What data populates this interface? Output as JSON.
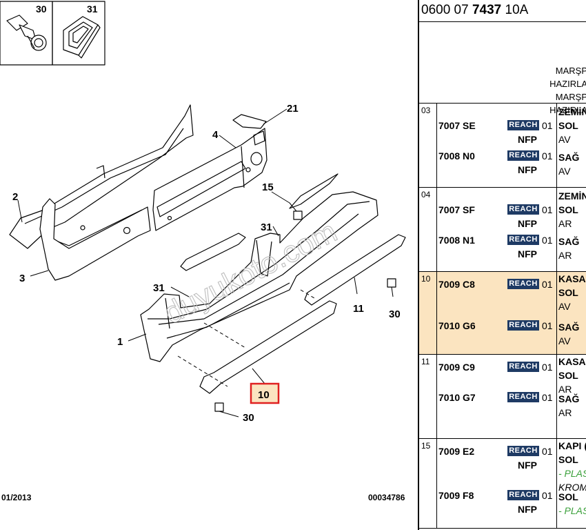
{
  "diagram": {
    "thumbnails": [
      {
        "label": "30"
      },
      {
        "label": "31"
      }
    ],
    "callouts": [
      {
        "id": "c21",
        "label": "21"
      },
      {
        "id": "c4",
        "label": "4"
      },
      {
        "id": "c2",
        "label": "2"
      },
      {
        "id": "c15",
        "label": "15"
      },
      {
        "id": "c31a",
        "label": "31"
      },
      {
        "id": "c3",
        "label": "3"
      },
      {
        "id": "c31b",
        "label": "31"
      },
      {
        "id": "c11",
        "label": "11"
      },
      {
        "id": "c30a",
        "label": "30"
      },
      {
        "id": "c1",
        "label": "1"
      },
      {
        "id": "c10",
        "label": "10"
      },
      {
        "id": "c30b",
        "label": "30"
      }
    ],
    "watermark": "duyukoto.com",
    "footer_date": "01/2013",
    "footer_ref": "00034786",
    "highlight_color": "#e02020"
  },
  "panel": {
    "ref_prefix": "0600 07 ",
    "ref_bold": "7437",
    "ref_suffix": " 10A",
    "header_lines": [
      "MARŞP",
      "HAZIRLA",
      "MARŞP",
      "HAZIRLA"
    ],
    "badge_label": "REACH",
    "nfp_label": "NFP",
    "groups": [
      {
        "no": "03",
        "rows": [
          {
            "part": "7007 SE",
            "qty": "01",
            "nfp": true,
            "desc": [
              {
                "t": "ZEMİN",
                "s": "b"
              },
              {
                "t": "SOL",
                "s": "b"
              },
              {
                "t": "AV",
                "s": "n"
              }
            ]
          },
          {
            "part": "7008 N0",
            "qty": "01",
            "nfp": true,
            "desc": [
              {
                "t": "SAĞ",
                "s": "b"
              },
              {
                "t": "AV",
                "s": "n"
              }
            ]
          }
        ]
      },
      {
        "no": "04",
        "rows": [
          {
            "part": "7007 SF",
            "qty": "01",
            "nfp": true,
            "desc": [
              {
                "t": "ZEMİN",
                "s": "b"
              },
              {
                "t": "SOL",
                "s": "b"
              },
              {
                "t": "AR",
                "s": "n"
              }
            ]
          },
          {
            "part": "7008 N1",
            "qty": "01",
            "nfp": true,
            "desc": [
              {
                "t": "SAĞ",
                "s": "b"
              },
              {
                "t": "AR",
                "s": "n"
              }
            ]
          }
        ]
      },
      {
        "no": "10",
        "highlight": true,
        "rows": [
          {
            "part": "7009 C8",
            "qty": "01",
            "nfp": false,
            "desc": [
              {
                "t": "KASA",
                "s": "b"
              },
              {
                "t": "SOL",
                "s": "b"
              },
              {
                "t": "AV",
                "s": "n"
              }
            ]
          },
          {
            "part": "7010 G6",
            "qty": "01",
            "nfp": false,
            "desc": [
              {
                "t": "SAĞ",
                "s": "b"
              },
              {
                "t": "AV",
                "s": "n"
              }
            ]
          }
        ]
      },
      {
        "no": "11",
        "rows": [
          {
            "part": "7009 C9",
            "qty": "01",
            "nfp": false,
            "desc": [
              {
                "t": "KASA",
                "s": "b"
              },
              {
                "t": "SOL",
                "s": "b"
              },
              {
                "t": "AR",
                "s": "n"
              }
            ]
          },
          {
            "part": "7010 G7",
            "qty": "01",
            "nfp": false,
            "desc": [
              {
                "t": "SAĞ",
                "s": "b"
              },
              {
                "t": "AR",
                "s": "n"
              }
            ]
          }
        ]
      },
      {
        "no": "15",
        "rows": [
          {
            "part": "7009 E2",
            "qty": "01",
            "nfp": true,
            "desc": [
              {
                "t": "KAPI (",
                "s": "b"
              },
              {
                "t": "SOL",
                "s": "b"
              },
              {
                "t": "- PLAS",
                "s": "g"
              },
              {
                "t": "KROM",
                "s": "i"
              }
            ]
          },
          {
            "part": "7009 F8",
            "qty": "01",
            "nfp": true,
            "desc": [
              {
                "t": "SOL",
                "s": "b"
              },
              {
                "t": "- PLAS",
                "s": "g"
              }
            ]
          }
        ]
      }
    ]
  }
}
